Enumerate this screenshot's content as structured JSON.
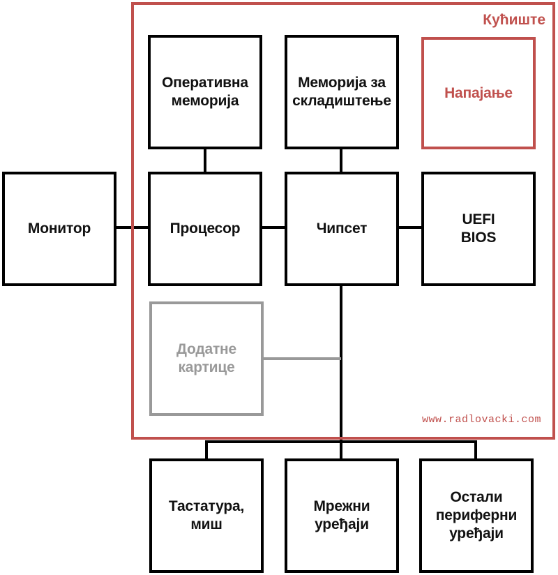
{
  "case": {
    "title": "Кућиште",
    "watermark": "www.radlovacki.com"
  },
  "nodes": {
    "ram": "Оперативна\nмеморија",
    "storage": "Меморија за\nскладиштење",
    "power": "Напајање",
    "monitor": "Монитор",
    "cpu": "Процесор",
    "chipset": "Чипсет",
    "bios": "UEFI\nBIOS",
    "cards": "Додатне\nкартице",
    "keyboard": "Тастатура,\nмиш",
    "network": "Мрежни\nуређаји",
    "peripherals": "Остали\nпериферни\nуређаји"
  },
  "colors": {
    "case": "#c0504d",
    "optional": "#999999",
    "line": "#000000"
  }
}
